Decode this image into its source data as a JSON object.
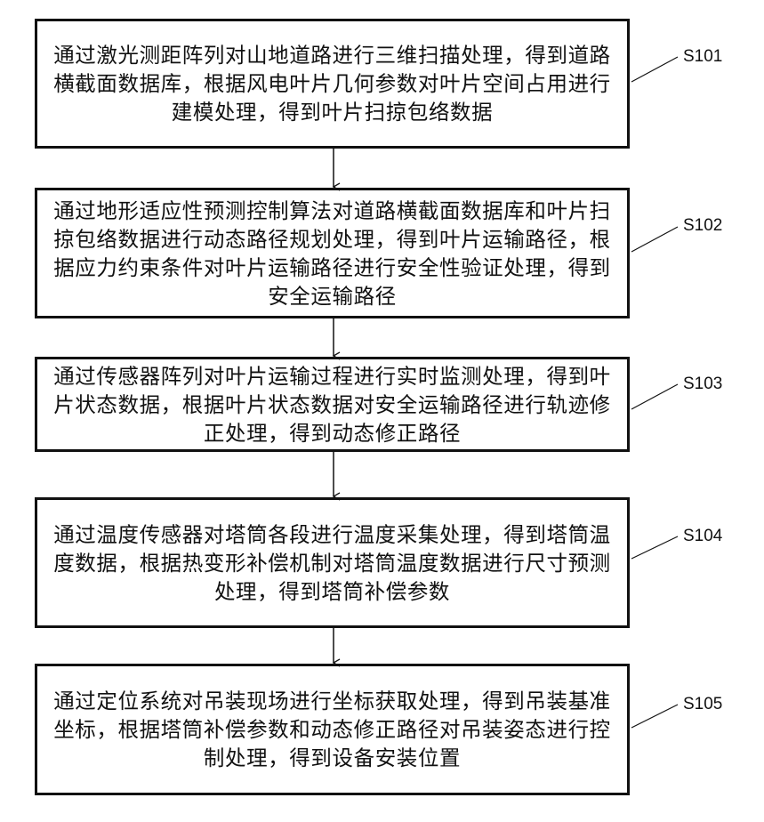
{
  "steps": [
    {
      "id": "S101",
      "text": "通过激光测距阵列对山地道路进行三维扫描处理，得到道路横截面数据库，根据风电叶片几何参数对叶片空间占用进行建模处理，得到叶片扫掠包络数据"
    },
    {
      "id": "S102",
      "text": "通过地形适应性预测控制算法对道路横截面数据库和叶片扫掠包络数据进行动态路径规划处理，得到叶片运输路径，根据应力约束条件对叶片运输路径进行安全性验证处理，得到安全运输路径"
    },
    {
      "id": "S103",
      "text": "通过传感器阵列对叶片运输过程进行实时监测处理，得到叶片状态数据，根据叶片状态数据对安全运输路径进行轨迹修正处理，得到动态修正路径"
    },
    {
      "id": "S104",
      "text": "通过温度传感器对塔筒各段进行温度采集处理，得到塔筒温度数据，根据热变形补偿机制对塔筒温度数据进行尺寸预测处理，得到塔筒补偿参数"
    },
    {
      "id": "S105",
      "text": "通过定位系统对吊装现场进行坐标获取处理，得到吊装基准坐标，根据塔筒补偿参数和动态修正路径对吊装姿态进行控制处理，得到设备安装位置"
    }
  ],
  "flow": [
    "S101",
    "S102",
    "S103",
    "S104",
    "S105"
  ]
}
